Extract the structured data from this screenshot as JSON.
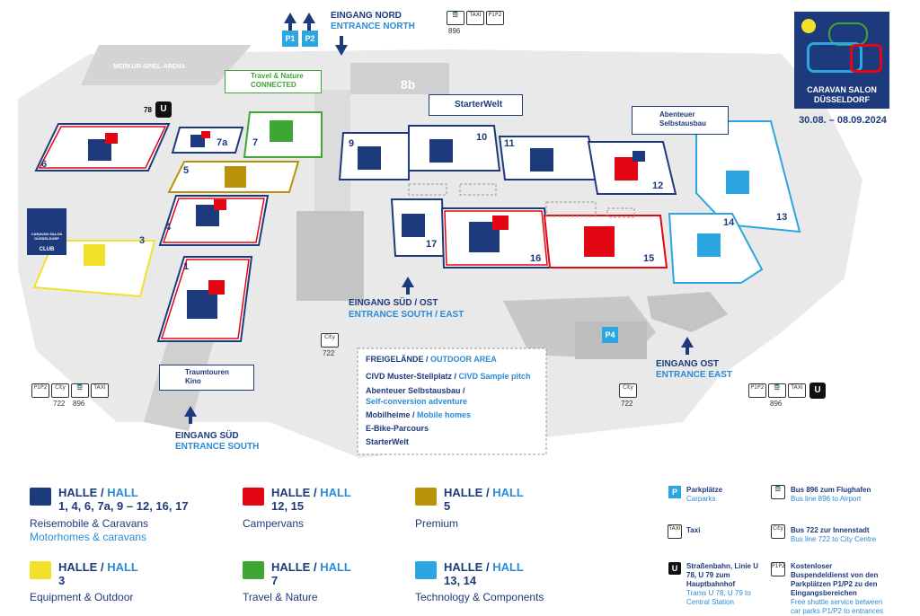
{
  "entrances": {
    "north_de": "EINGANG NORD",
    "north_en": "ENTRANCE NORTH",
    "south_de": "EINGANG SÜD",
    "south_en": "ENTRANCE SOUTH",
    "south_east_de": "EINGANG SÜD / OST",
    "south_east_en": "ENTRANCE SOUTH / EAST",
    "east_de": "EINGANG OST",
    "east_en": "ENTRANCE EAST"
  },
  "parking": {
    "p1": "P1",
    "p2": "P2",
    "p4": "P4"
  },
  "landmarks": {
    "arena": "MERKUR-SPIEL-ARENA",
    "hall_8b": "8b",
    "tram_stop": "78",
    "travel_nature": "Travel & Nature\nCONNECTED",
    "starterwelt": "StarterWelt",
    "abenteuer_line1": "Abenteuer",
    "abenteuer_line2": "Selbstausbau",
    "traumtouren_line1": "Traumtouren",
    "traumtouren_line2": "Kino",
    "club_logo_text": "CARAVAN SALON\nDÜSSELDORF",
    "club_label": "CLUB"
  },
  "halls": [
    "1",
    "3",
    "4",
    "5",
    "6",
    "7",
    "7a",
    "9",
    "10",
    "11",
    "12",
    "13",
    "14",
    "15",
    "16",
    "17"
  ],
  "bus_labels": {
    "b896": "896",
    "b722": "722"
  },
  "logo": {
    "line1": "CARAVAN SALON",
    "line2": "DÜSSELDORF",
    "dates": "30.08. – 08.09.2024"
  },
  "outdoor_area": {
    "title_de": "FREIGELÄNDE",
    "title_en": "OUTDOOR AREA",
    "items": [
      {
        "de": "CIVD Muster-Stellplatz",
        "en": "CIVD Sample pitch"
      },
      {
        "de": "Abenteuer Selbstausbau",
        "en": "Self-conversion adventure"
      },
      {
        "de": "Mobilheime",
        "en": "Mobile homes"
      },
      {
        "de": "E-Bike-Parcours",
        "en": ""
      },
      {
        "de": "StarterWelt",
        "en": ""
      }
    ]
  },
  "legend": {
    "hall_de": "HALLE",
    "hall_en": "HALL",
    "groups": [
      {
        "halls": "1, 4, 6, 7a, 9 – 12, 16, 17",
        "desc_de": "Reisemobile & Caravans",
        "desc_en": "Motorhomes & caravans",
        "color": "#1d3a7c"
      },
      {
        "halls": "12, 15",
        "desc_de": "Campervans",
        "desc_en": "",
        "color": "#e30613"
      },
      {
        "halls": "5",
        "desc_de": "Premium",
        "desc_en": "",
        "color": "#b8920a"
      },
      {
        "halls": "3",
        "desc_de": "Equipment & Outdoor",
        "desc_en": "",
        "color": "#f2e12a"
      },
      {
        "halls": "7",
        "desc_de": "Travel & Nature",
        "desc_en": "",
        "color": "#3fa535"
      },
      {
        "halls": "13, 14",
        "desc_de": "Technology & Components",
        "desc_en": "",
        "color": "#2ba6e1"
      }
    ],
    "services": [
      {
        "de": "Parkplätze",
        "en": "Carparks"
      },
      {
        "de": "Taxi",
        "en": ""
      },
      {
        "de": "Straßenbahn, Linie U 78, U 79 zum Hauptbahnhof",
        "en": "Trams U 78, U 79 to Central Station"
      },
      {
        "de": "Bus 896 zum Flughafen",
        "en": "Bus line 896 to Airport"
      },
      {
        "de": "Bus 722 zur Innenstadt",
        "en": "Bus line 722 to City Centre"
      },
      {
        "de": "Kostenloser Buspendeldienst von den Parkplätzen P1/P2 zu den Eingangsbereichen",
        "en": "Free shuttle service between car parks P1/P2 to entrances"
      }
    ]
  },
  "colors": {
    "navy": "#1d3a7c",
    "blue": "#2c8bd6",
    "red": "#e30613",
    "green": "#3fa535",
    "gold": "#b8920a",
    "yellow": "#f2e12a",
    "cyan": "#2ba6e1",
    "ground": "#e8e8e8"
  }
}
